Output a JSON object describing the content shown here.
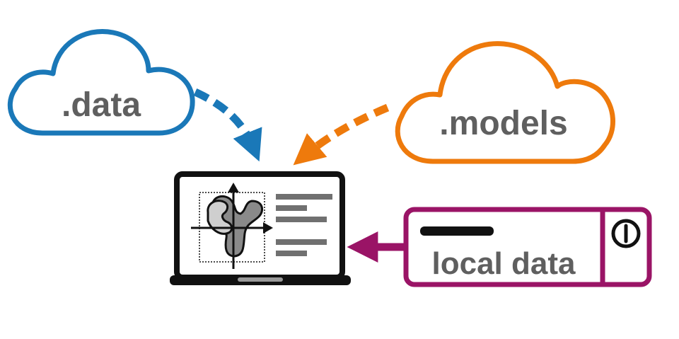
{
  "sources": {
    "data_cloud": {
      "label": ".data",
      "color": "#1a78b8"
    },
    "models_cloud": {
      "label": ".models",
      "color": "#ee7a0c"
    },
    "local_drive": {
      "label": "local data",
      "color": "#9a1466"
    }
  },
  "laptop": {
    "frame_color": "#111111",
    "figure_gray": "#8a8a8a",
    "text_line_gray": "#707070"
  },
  "icons": {
    "power": "power-icon",
    "structure": "protein-structure-icon"
  }
}
